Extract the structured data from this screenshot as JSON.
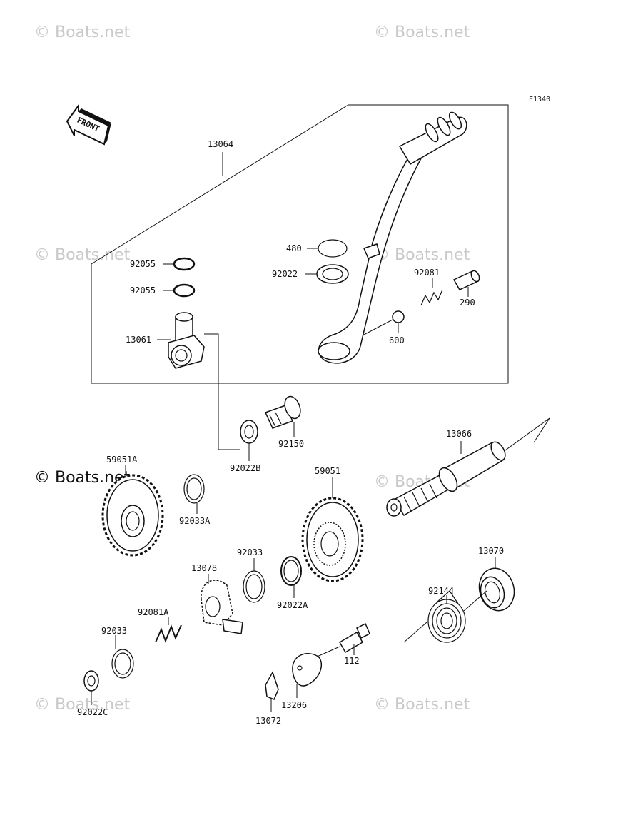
{
  "diagram_code": "E1340",
  "front_label": "FRONT",
  "watermark_text": "© Boats.net",
  "colors": {
    "line": "#111111",
    "watermark": "#c9c9c9",
    "background": "#ffffff"
  },
  "parts": {
    "p13064": "13064",
    "p480": "480",
    "p92022": "92022",
    "p92081": "92081",
    "p290": "290",
    "p600": "600",
    "p92055_a": "92055",
    "p92055_b": "92055",
    "p13061": "13061",
    "p92150": "92150",
    "p92022B": "92022B",
    "p13066": "13066",
    "p59051A": "59051A",
    "p92033A": "92033A",
    "p59051": "59051",
    "p92033_a": "92033",
    "p13078": "13078",
    "p92022A": "92022A",
    "p13070": "13070",
    "p92144": "92144",
    "p92081A": "92081A",
    "p92033_b": "92033",
    "p92022C": "92022C",
    "p112": "112",
    "p13206": "13206",
    "p13072": "13072"
  }
}
